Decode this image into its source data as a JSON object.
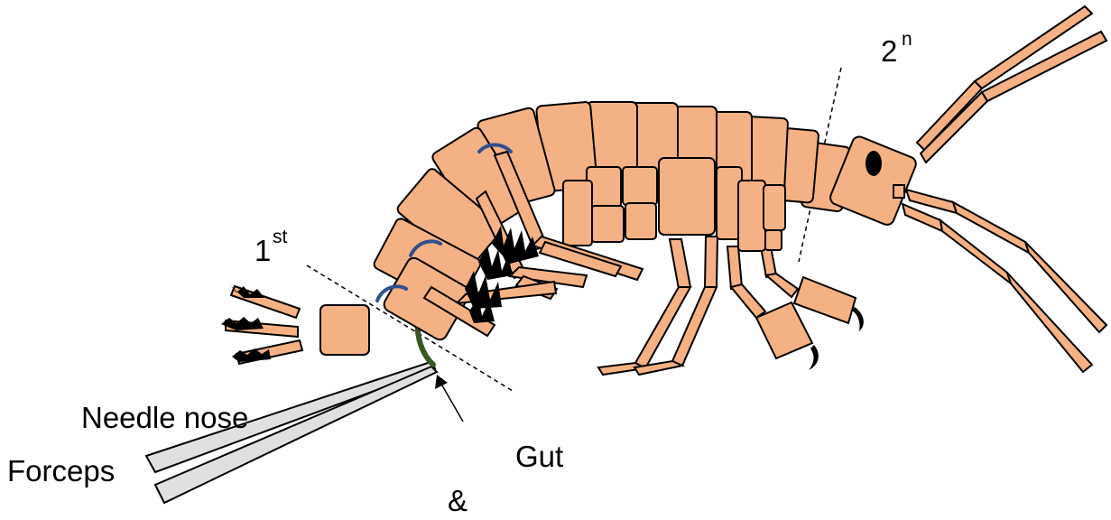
{
  "labels": {
    "first_num": "1",
    "first_sup": "st",
    "second_num": "2",
    "second_sup": "n",
    "tool_line1": "Needle nose",
    "tool_line2": "Forceps",
    "gut": "Gut",
    "ampersand": "&"
  },
  "colors": {
    "body_fill": "#f4b183",
    "outline": "#000000",
    "dash_line": "#000000",
    "coxal_arc": "#2f4f8f",
    "gut_strand": "#385723",
    "forceps_fill": "#e0e0e0",
    "eye": "#000000",
    "text": "#000000"
  }
}
